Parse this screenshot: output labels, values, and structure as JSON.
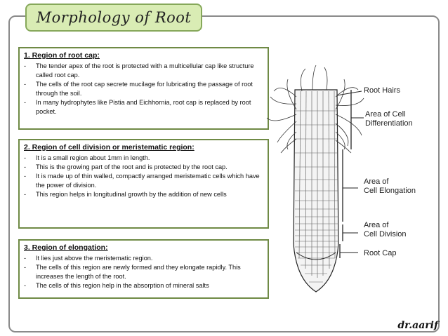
{
  "title": "Morphology of Root",
  "sections": [
    {
      "heading": "1. Region of root cap:",
      "items": [
        [
          "The tender apex of the root is protected with a multicellular cap like structure called root cap."
        ],
        [
          "The cells of the root cap secrete mucilage for lubricating the passage of root through the soil."
        ],
        [
          "In many hydrophytes like Pistia and Eichhornia, root cap is replaced by root pocket."
        ]
      ]
    },
    {
      "heading": "2. Region of cell division or meristematic region:",
      "items": [
        [
          "It is a small region about 1mm in length."
        ],
        [
          "This is the growing part of the root and is protected by the root cap."
        ],
        [
          "It is made up of thin walled, compactly arranged meristematic cells which have the power of division."
        ],
        [
          "This region helps in longitudinal growth by the addition of new cells"
        ]
      ]
    },
    {
      "heading": "3. Region of elongation:",
      "items": [
        [
          "It lies just above the meristematic region."
        ],
        [
          "The cells of this region are newly formed and they elongate rapidly. This increases the length of the root."
        ],
        [
          "The cells of this region help in the absorption of mineral salts"
        ]
      ]
    }
  ],
  "diagram": {
    "labels": {
      "root_hairs": "Root Hairs",
      "differentiation_1": "Area of Cell",
      "differentiation_2": "Differentiation",
      "elongation_1": "Area of",
      "elongation_2": "Cell Elongation",
      "division_1": "Area of",
      "division_2": "Cell Division",
      "root_cap": "Root Cap"
    }
  },
  "brand": "dr.aarif",
  "colors": {
    "title_fill": "#d9ecb4",
    "box_border": "#6f8a45",
    "frame": "#8a8a8a"
  }
}
